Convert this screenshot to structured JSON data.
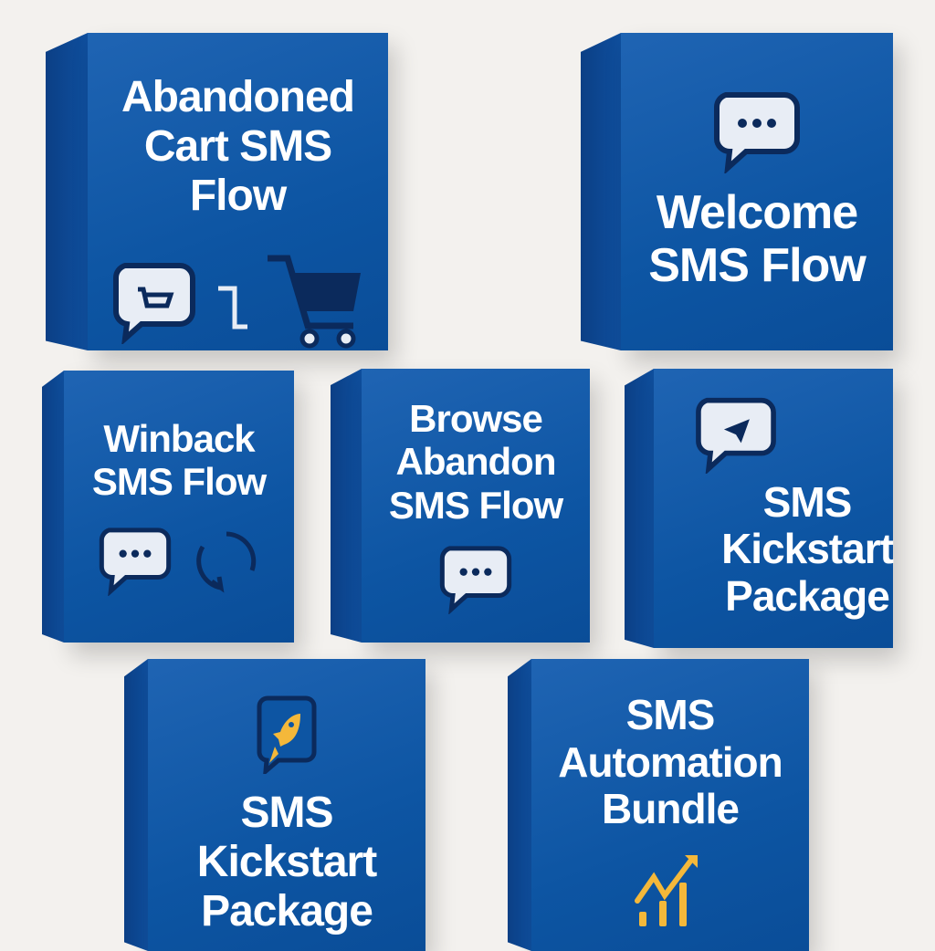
{
  "products": [
    {
      "title_lines": [
        "Abandoned",
        "Cart SMS Flow"
      ],
      "icons": [
        "chat-cart-icon",
        "connector-icon",
        "shopping-cart-icon"
      ]
    },
    {
      "title_lines": [
        "Welcome",
        "SMS Flow"
      ],
      "icons": [
        "chat-dots-icon"
      ]
    },
    {
      "title_lines": [
        "Winback",
        "SMS Flow"
      ],
      "icons": [
        "chat-dots-icon",
        "refresh-cycle-icon"
      ]
    },
    {
      "title_lines": [
        "Browse",
        "Abandon",
        "SMS Flow"
      ],
      "icons": [
        "chat-dots-icon"
      ]
    },
    {
      "title_lines": [
        "SMS",
        "Kickstart",
        "Package"
      ],
      "icons": [
        "chat-send-icon"
      ]
    },
    {
      "title_lines": [
        "SMS",
        "Kickstart",
        "Package"
      ],
      "icons": [
        "chat-rocket-icon"
      ]
    },
    {
      "title_lines": [
        "SMS",
        "Automation",
        "Bundle"
      ],
      "icons": [
        "growth-chart-icon"
      ]
    }
  ],
  "colors": {
    "box": "#0d55a3",
    "accent": "#f4b83a",
    "icon_dark": "#0b2a5c",
    "bubble": "#e8edf5"
  }
}
